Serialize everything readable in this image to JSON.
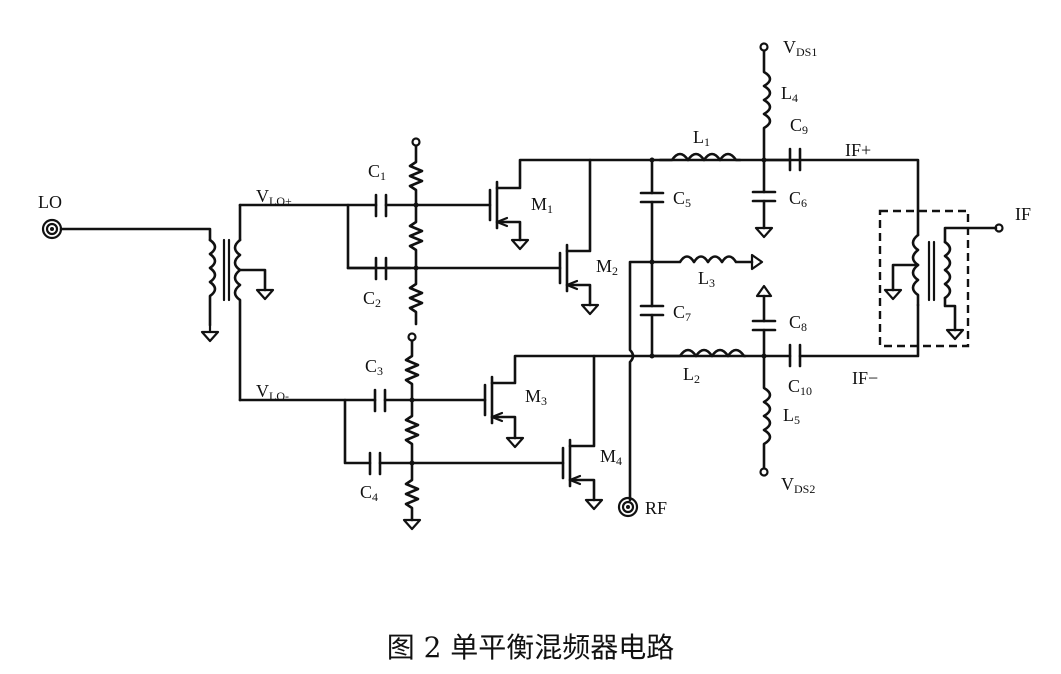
{
  "labels": {
    "lo": "LO",
    "rf": "RF",
    "if_out": "IF",
    "if_plus": "IF+",
    "if_minus": "IF−",
    "vlo_plus": {
      "base": "V",
      "sub": "LO+"
    },
    "vlo_minus": {
      "base": "V",
      "sub": "LO-"
    },
    "vds1": {
      "base": "V",
      "sub": "DS1"
    },
    "vds2": {
      "base": "V",
      "sub": "DS2"
    },
    "c1": {
      "base": "C",
      "sub": "1"
    },
    "c2": {
      "base": "C",
      "sub": "2"
    },
    "c3": {
      "base": "C",
      "sub": "3"
    },
    "c4": {
      "base": "C",
      "sub": "4"
    },
    "c5": {
      "base": "C",
      "sub": "5"
    },
    "c6": {
      "base": "C",
      "sub": "6"
    },
    "c7": {
      "base": "C",
      "sub": "7"
    },
    "c8": {
      "base": "C",
      "sub": "8"
    },
    "c9": {
      "base": "C",
      "sub": "9"
    },
    "c10": {
      "base": "C",
      "sub": "10"
    },
    "l1": {
      "base": "L",
      "sub": "1"
    },
    "l2": {
      "base": "L",
      "sub": "2"
    },
    "l3": {
      "base": "L",
      "sub": "3"
    },
    "l4": {
      "base": "L",
      "sub": "4"
    },
    "l5": {
      "base": "L",
      "sub": "5"
    },
    "m1": {
      "base": "M",
      "sub": "1"
    },
    "m2": {
      "base": "M",
      "sub": "2"
    },
    "m3": {
      "base": "M",
      "sub": "3"
    },
    "m4": {
      "base": "M",
      "sub": "4"
    }
  },
  "caption": "图 2 单平衡混频器电路"
}
